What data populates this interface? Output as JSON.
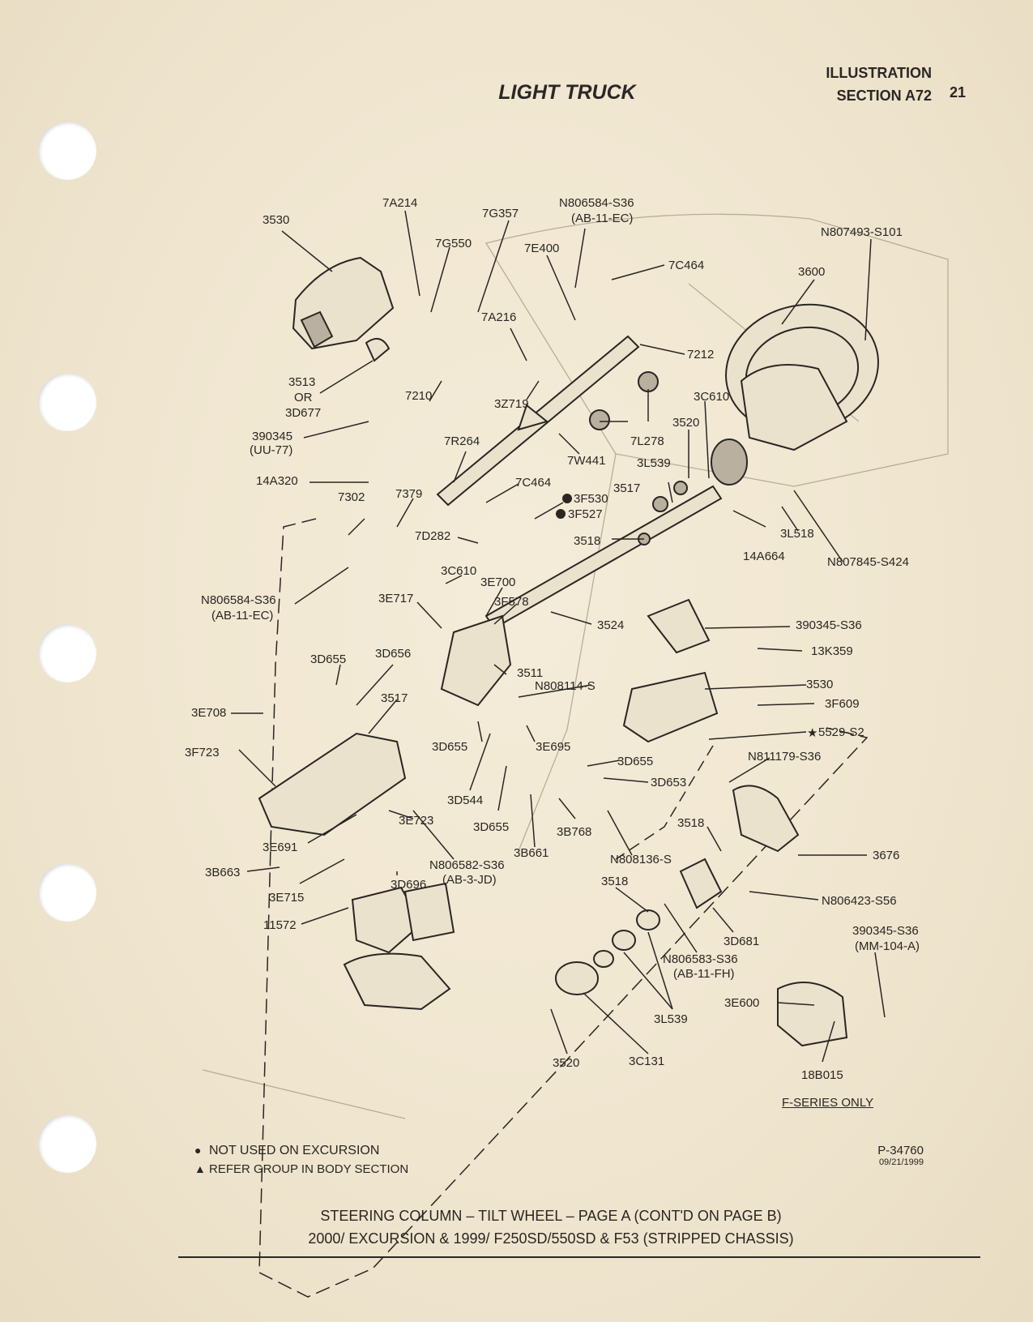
{
  "header": {
    "title": "LIGHT TRUCK",
    "section_line1": "ILLUSTRATION",
    "section_line2": "SECTION A72",
    "page_number": "21"
  },
  "parts": [
    "3530",
    "7A214",
    "7G357",
    "N806584-S36",
    "(AB-11-EC)",
    "N807493-S101",
    "7G550",
    "7E400",
    "7C464",
    "3600",
    "7A216",
    "7212",
    "3513",
    "OR",
    "3D677",
    "7210",
    "3Z719",
    "3C610",
    "3520",
    "390345",
    "(UU-77)",
    "7R264",
    "7L278",
    "7W441",
    "3L539",
    "14A320",
    "7C464",
    "3F530",
    "3517",
    "7302",
    "7379",
    "3F527",
    "7D282",
    "3518",
    "14A664",
    "3L518",
    "N807845-S424",
    "3C610",
    "3E700",
    "N806584-S36",
    "(AB-11-EC)",
    "3E717",
    "3F578",
    "3524",
    "390345-S36",
    "13K359",
    "3D655",
    "3D656",
    "3511",
    "N808114-S",
    "3530",
    "3517",
    "3F609",
    "3E708",
    "5529-S2",
    "3D655",
    "3E695",
    "3F723",
    "N811179-S36",
    "3D655",
    "3D653",
    "3D544",
    "3D655",
    "3B768",
    "3518",
    "3E723",
    "3676",
    "3E691",
    "3B661",
    "N808136-S",
    "3B663",
    "N806582-S36",
    "(AB-3-JD)",
    "3518",
    "N806423-S56",
    "3E715",
    "3D696",
    "3D681",
    "390345-S36",
    "(MM-104-A)",
    "11572",
    "N806583-S36",
    "(AB-11-FH)",
    "3E600",
    "3L539",
    "3520",
    "3C131",
    "18B015"
  ],
  "f_series_only": "F-SERIES ONLY",
  "legend": [
    {
      "symbol": "●",
      "text": "NOT USED ON EXCURSION"
    },
    {
      "symbol": "▲",
      "text": "REFER GROUP IN BODY SECTION"
    }
  ],
  "figure": {
    "id": "P-34760",
    "date": "09/21/1999"
  },
  "caption": {
    "line1": "STEERING COLUMN – TILT WHEEL – PAGE A (CONT'D ON PAGE B)",
    "line2": "2000/ EXCURSION & 1999/ F250SD/550SD & F53 (STRIPPED CHASSIS)"
  }
}
